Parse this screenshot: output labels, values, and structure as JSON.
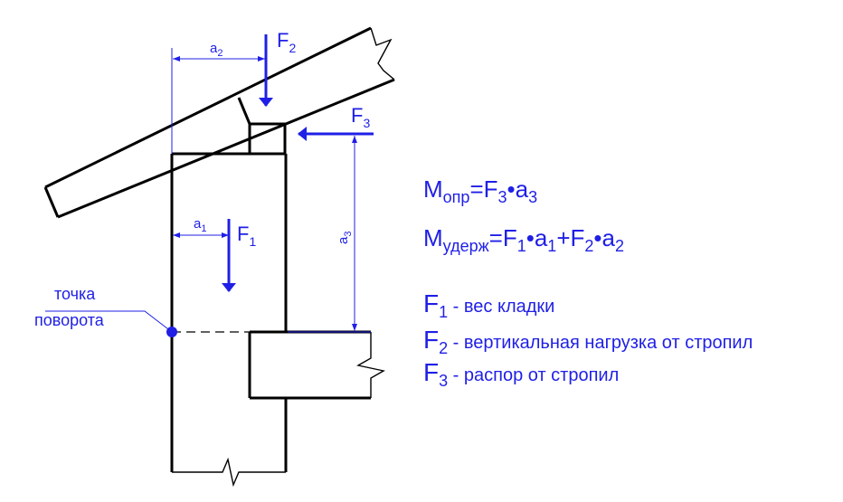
{
  "labels": {
    "a1": "a",
    "a1_sub": "1",
    "a2": "a",
    "a2_sub": "2",
    "a3": "a",
    "a3_sub": "3",
    "F1": "F",
    "F1_sub": "1",
    "F2": "F",
    "F2_sub": "2",
    "F3": "F",
    "F3_sub": "3"
  },
  "pivot": {
    "line1": "точка",
    "line2": "поворота"
  },
  "formulas": {
    "m_opr_M": "M",
    "m_opr_sub": "опр",
    "m_opr_eq": "=F",
    "m_opr_f_sub": "3",
    "m_opr_dot": "•a",
    "m_opr_a_sub": "3",
    "m_ud_M": "M",
    "m_ud_sub": "удерж",
    "m_ud_eq": "=F",
    "m_ud_f1_sub": "1",
    "m_ud_dot1": "•a",
    "m_ud_a1_sub": "1",
    "m_ud_plus": "+F",
    "m_ud_f2_sub": "2",
    "m_ud_dot2": "•a",
    "m_ud_a2_sub": "2"
  },
  "legend": [
    {
      "F": "F",
      "sub": "1",
      "text": " - вес кладки"
    },
    {
      "F": "F",
      "sub": "2",
      "text": " - вертикальная нагрузка от стропил"
    },
    {
      "F": "F",
      "sub": "3",
      "text": " - распор от стропил"
    }
  ],
  "colors": {
    "blue": "#1f1fe6",
    "black": "#000000"
  }
}
